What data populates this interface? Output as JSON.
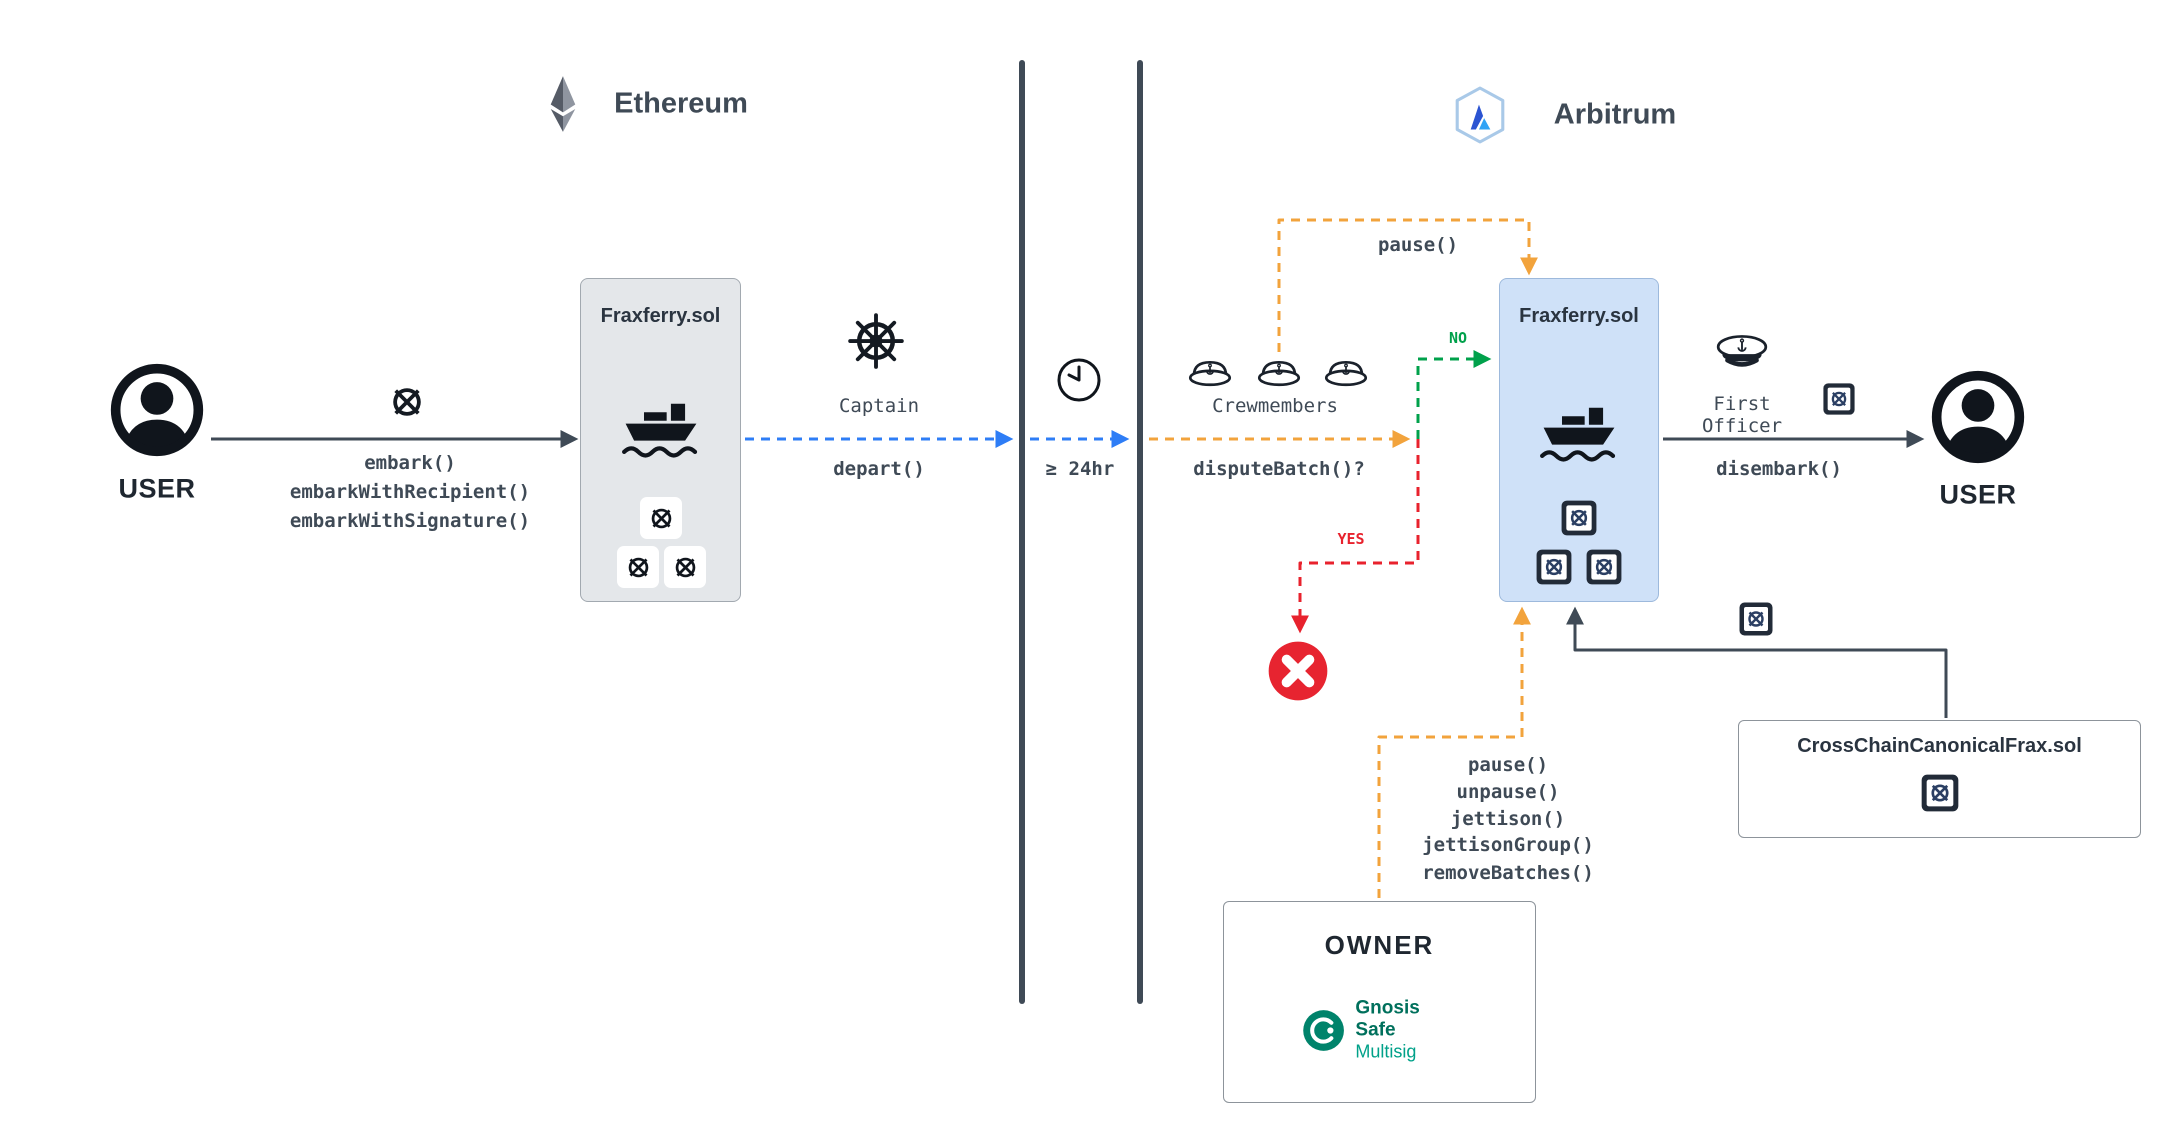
{
  "ethereum": {
    "label": "Ethereum"
  },
  "arbitrum": {
    "label": "Arbitrum"
  },
  "left_user": {
    "label": "USER"
  },
  "right_user": {
    "label": "USER"
  },
  "embark_functions": [
    "embark()",
    "embarkWithRecipient()",
    "embarkWithSignature()"
  ],
  "eth_contract": {
    "title": "Fraxferry.sol"
  },
  "arb_contract": {
    "title": "Fraxferry.sol"
  },
  "captain": {
    "label": "Captain",
    "action": "depart()"
  },
  "timer": {
    "label": "≥ 24hr"
  },
  "crew": {
    "label": "Crewmembers",
    "action": "disputeBatch()?"
  },
  "decision": {
    "no": "NO",
    "yes": "YES"
  },
  "pause_top": {
    "label": "pause()"
  },
  "first_officer": {
    "line1": "First",
    "line2": "Officer",
    "action": "disembark()"
  },
  "canonical": {
    "title": "CrossChainCanonicalFrax.sol"
  },
  "owner": {
    "title": "OWNER",
    "brand_name": "Gnosis Safe",
    "brand_sub": "Multisig",
    "functions": [
      "pause()",
      "unpause()",
      "jettison()",
      "jettisonGroup()",
      "removeBatches()"
    ]
  },
  "icons": {
    "ethereum_logo": "ethereum-diamond",
    "arbitrum_logo": "arbitrum-shield",
    "user": "person-avatar",
    "frax_token": "frax-circle-x-token",
    "canonical_frax_token": "framed-frax-token",
    "ship": "cargo-ship",
    "captain_wheel": "ship-helm-wheel",
    "clock": "clock",
    "sailor_hat": "sailor-hat",
    "officer_hat": "officer-cap",
    "cancel": "red-cancel-x",
    "gnosis_safe": "gnosis-safe-logo"
  },
  "colors": {
    "flow_blue": "#2e7df6",
    "flow_orange": "#f2a33c",
    "flow_green": "#00a14b",
    "flow_red": "#e8222d",
    "line_dark": "#3f4a56",
    "eth_box_bg": "#e4e7ea",
    "arb_box_bg": "#cfe1f8",
    "gnosis_teal": "#00836b"
  }
}
